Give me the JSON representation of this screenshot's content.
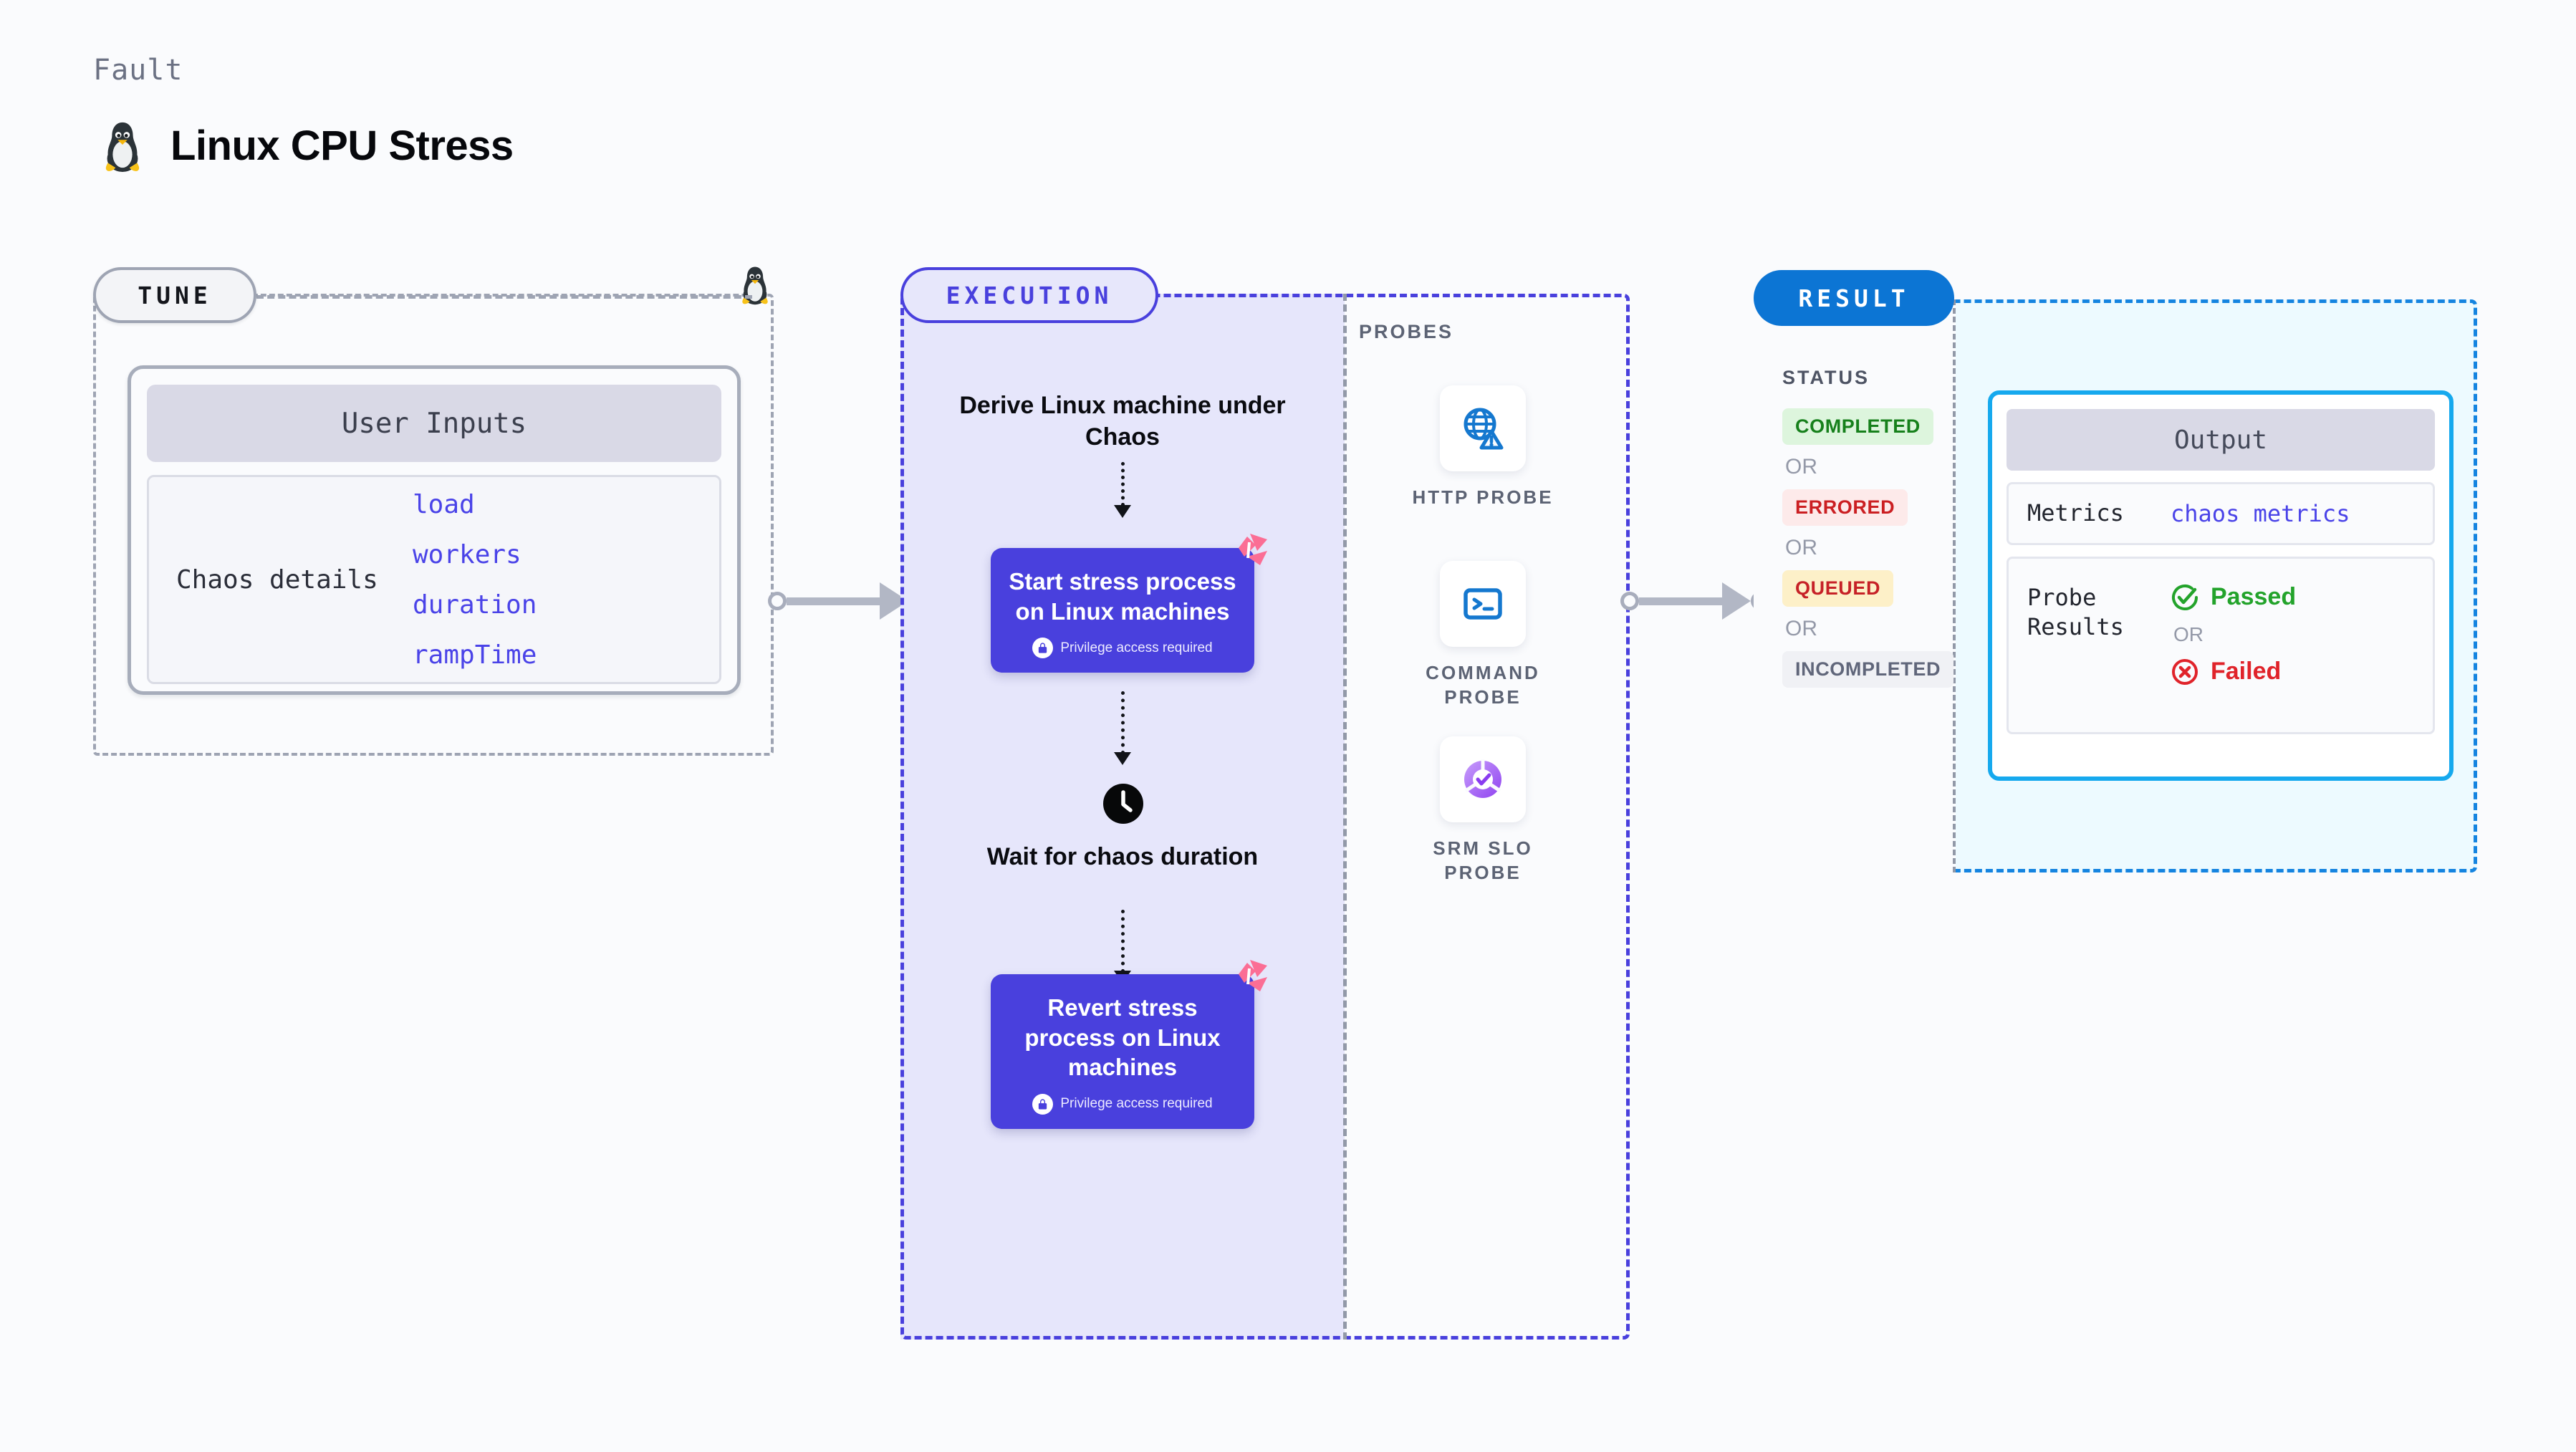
{
  "header": {
    "kicker": "Fault",
    "title": "Linux CPU Stress",
    "icon": "tux-penguin-icon"
  },
  "tune": {
    "badge": "TUNE",
    "card_header": "User Inputs",
    "details_label": "Chaos details",
    "params": [
      "load",
      "workers",
      "duration",
      "rampTime"
    ],
    "icon": "tux-penguin-icon"
  },
  "execution": {
    "badge": "EXECUTION",
    "steps": [
      {
        "type": "text",
        "label": "Derive Linux machine under Chaos"
      },
      {
        "type": "card",
        "label": "Start stress process on Linux machines",
        "note": "Privilege access required",
        "icon": "lock-icon",
        "tag": "harness-logo-icon"
      },
      {
        "type": "text",
        "label": "Wait for chaos duration",
        "icon": "clock-icon"
      },
      {
        "type": "card",
        "label": "Revert stress process on Linux machines",
        "note": "Privilege access required",
        "icon": "lock-icon",
        "tag": "harness-logo-icon"
      }
    ]
  },
  "probes": {
    "label": "PROBES",
    "items": [
      {
        "label": "HTTP PROBE",
        "icon": "globe-warning-icon"
      },
      {
        "label": "COMMAND PROBE",
        "icon": "terminal-icon"
      },
      {
        "label": "SRM SLO PROBE",
        "icon": "slo-donut-check-icon"
      }
    ]
  },
  "result": {
    "badge": "RESULT",
    "status_label": "STATUS",
    "or_text": "OR",
    "statuses": [
      {
        "label": "COMPLETED",
        "bg": "#ddf5dd",
        "fg": "#16801b"
      },
      {
        "label": "ERRORED",
        "bg": "#fdeaea",
        "fg": "#cb1f22"
      },
      {
        "label": "QUEUED",
        "bg": "#fdf0c8",
        "fg": "#c62127"
      },
      {
        "label": "INCOMPLETED",
        "bg": "#f0f1f5",
        "fg": "#60667a"
      }
    ],
    "output": {
      "header": "Output",
      "metrics_key": "Metrics",
      "metrics_value": "chaos metrics",
      "probe_results_key": "Probe Results",
      "passed_label": "Passed",
      "failed_label": "Failed",
      "or_text": "OR",
      "passed_color": "#23a32b",
      "failed_color": "#e0232a"
    }
  },
  "colors": {
    "indigo": "#4940dd",
    "indigo_fill": "#e6e6fb",
    "result_blue": "#0c75d4",
    "output_border": "#16a9ee",
    "pink": "#fb6e95",
    "gray_dash": "#9ea4b3"
  }
}
